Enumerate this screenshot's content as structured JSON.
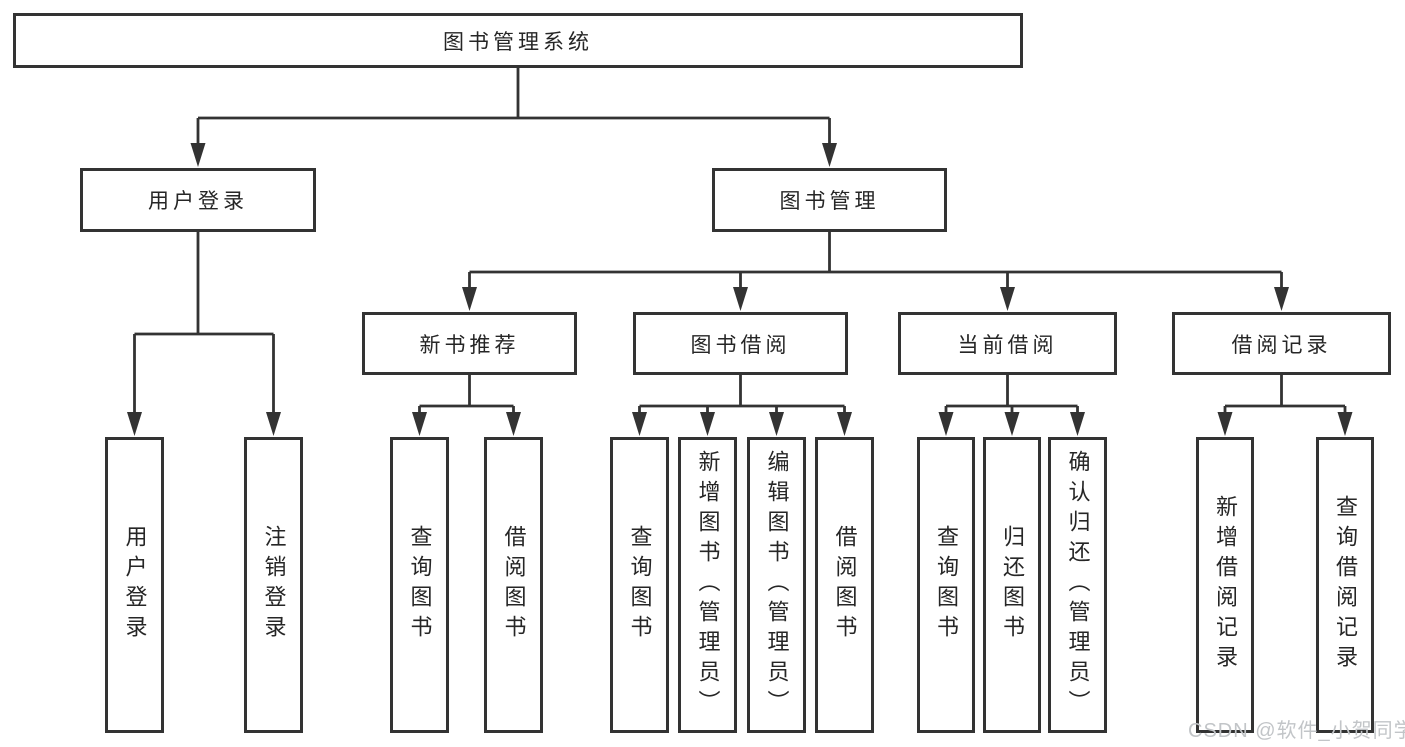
{
  "diagram": {
    "type": "tree-structure-chart",
    "title": "图书管理系统",
    "nodes": {
      "root": {
        "label": "图书管理系统"
      },
      "user_login": {
        "label": "用户登录"
      },
      "book_management": {
        "label": "图书管理"
      },
      "new_book_recommend": {
        "label": "新书推荐"
      },
      "book_borrowing": {
        "label": "图书借阅"
      },
      "current_borrowing": {
        "label": "当前借阅"
      },
      "borrowing_records": {
        "label": "借阅记录"
      },
      "leaf_user_login": {
        "label": "用户登录"
      },
      "leaf_logout_login": {
        "label": "注销登录"
      },
      "leaf_query_books_1": {
        "label": "查询图书"
      },
      "leaf_borrow_books_1": {
        "label": "借阅图书"
      },
      "leaf_query_books_2": {
        "label": "查询图书"
      },
      "leaf_add_books_admin": {
        "label": "新增图书（管理员）"
      },
      "leaf_edit_books_admin": {
        "label": "编辑图书（管理员）"
      },
      "leaf_borrow_books_2": {
        "label": "借阅图书"
      },
      "leaf_query_books_3": {
        "label": "查询图书"
      },
      "leaf_return_books": {
        "label": "归还图书"
      },
      "leaf_confirm_return_admin": {
        "label": "确认归还（管理员）"
      },
      "leaf_add_borrow_record": {
        "label": "新增借阅记录"
      },
      "leaf_query_borrow_record": {
        "label": "查询借阅记录"
      }
    },
    "structure": {
      "图书管理系统": {
        "用户登录": [
          "用户登录",
          "注销登录"
        ],
        "图书管理": {
          "新书推荐": [
            "查询图书",
            "借阅图书"
          ],
          "图书借阅": [
            "查询图书",
            "新增图书（管理员）",
            "编辑图书（管理员）",
            "借阅图书"
          ],
          "当前借阅": [
            "查询图书",
            "归还图书",
            "确认归还（管理员）"
          ],
          "借阅记录": [
            "新增借阅记录",
            "查询借阅记录"
          ]
        }
      }
    },
    "colors": {
      "line": "#333333",
      "text": "#262626",
      "box_background": "#ffffff",
      "page_background": "#ffffff",
      "watermark": "#c2c5c8"
    }
  },
  "watermark": {
    "text": "CSDN @软件_小贺同学"
  }
}
